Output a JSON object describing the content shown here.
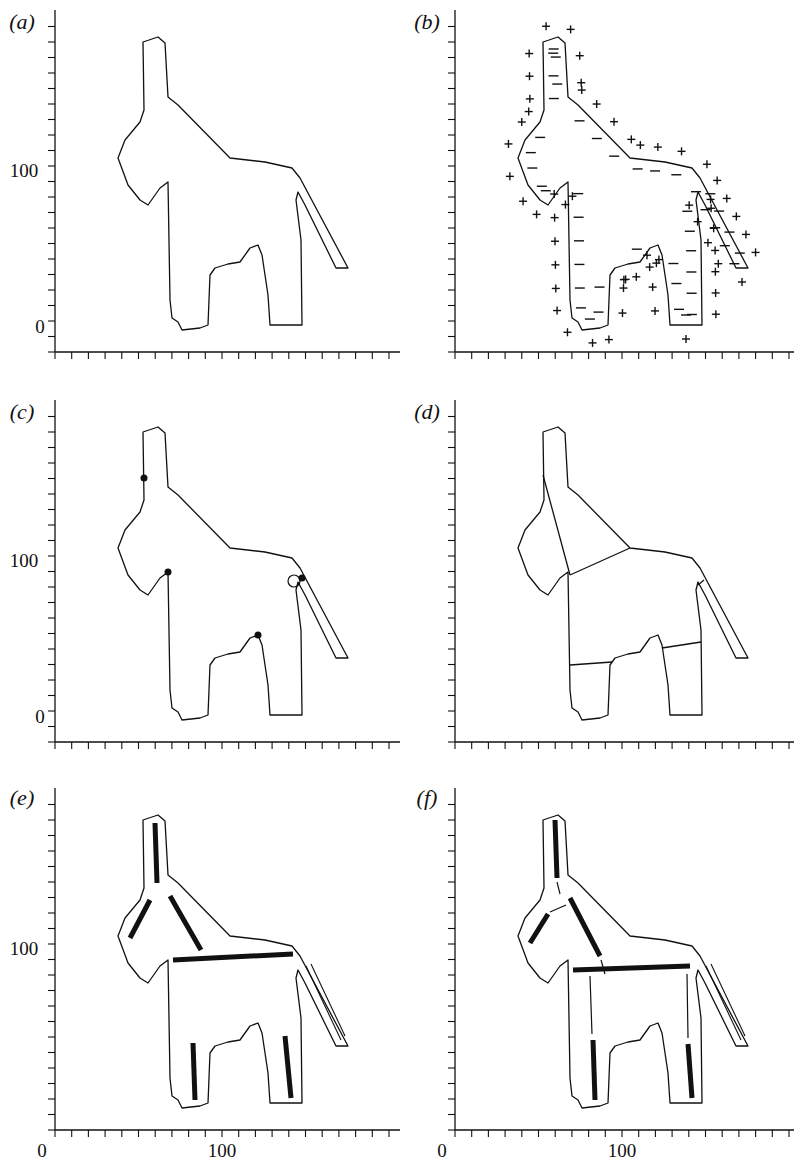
{
  "diagram": {
    "labels": [
      "(a)",
      "100",
      "0",
      "(b)",
      "(c)",
      "100",
      "0",
      "(d)",
      "(e)",
      "100",
      "0",
      "100",
      "(f)",
      "0",
      "100"
    ]
  }
}
